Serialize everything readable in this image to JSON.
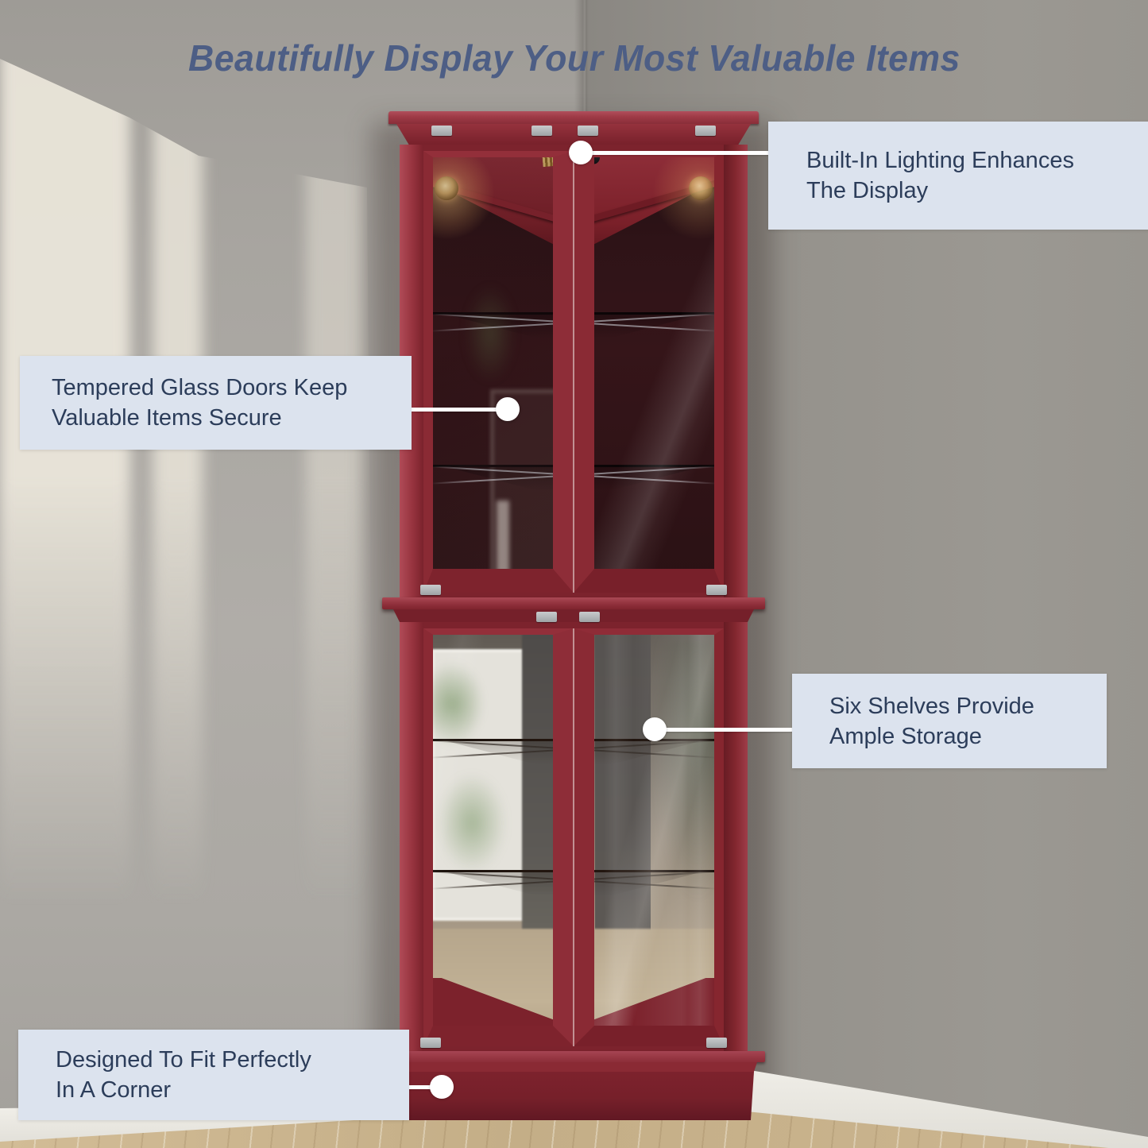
{
  "page": {
    "title": "Beautifully Display Your Most Valuable Items"
  },
  "callouts": {
    "lighting": {
      "line1": "Built-In Lighting Enhances",
      "line2": "The Display"
    },
    "tempered_glass": {
      "line1": "Tempered Glass Doors Keep",
      "line2": "Valuable Items Secure"
    },
    "shelves": {
      "line1": "Six Shelves Provide",
      "line2": "Ample Storage"
    },
    "corner_fit": {
      "line1": "Designed To Fit Perfectly",
      "line2": "In A Corner"
    }
  },
  "colors": {
    "title-color": "#4d5e85",
    "callout-bg": "#dce3ee",
    "callout-text": "#2c3d5a",
    "leader-color": "#ffffff",
    "cabinet-red": "#8a2a35",
    "cabinet-red-dark": "#6c1d27",
    "cabinet-red-light": "#aa4854",
    "wall-left-color": "#aeaba6",
    "wall-right-color": "#94918b",
    "floor-color": "#c9b38d",
    "baseboard-color": "#edebe5"
  }
}
